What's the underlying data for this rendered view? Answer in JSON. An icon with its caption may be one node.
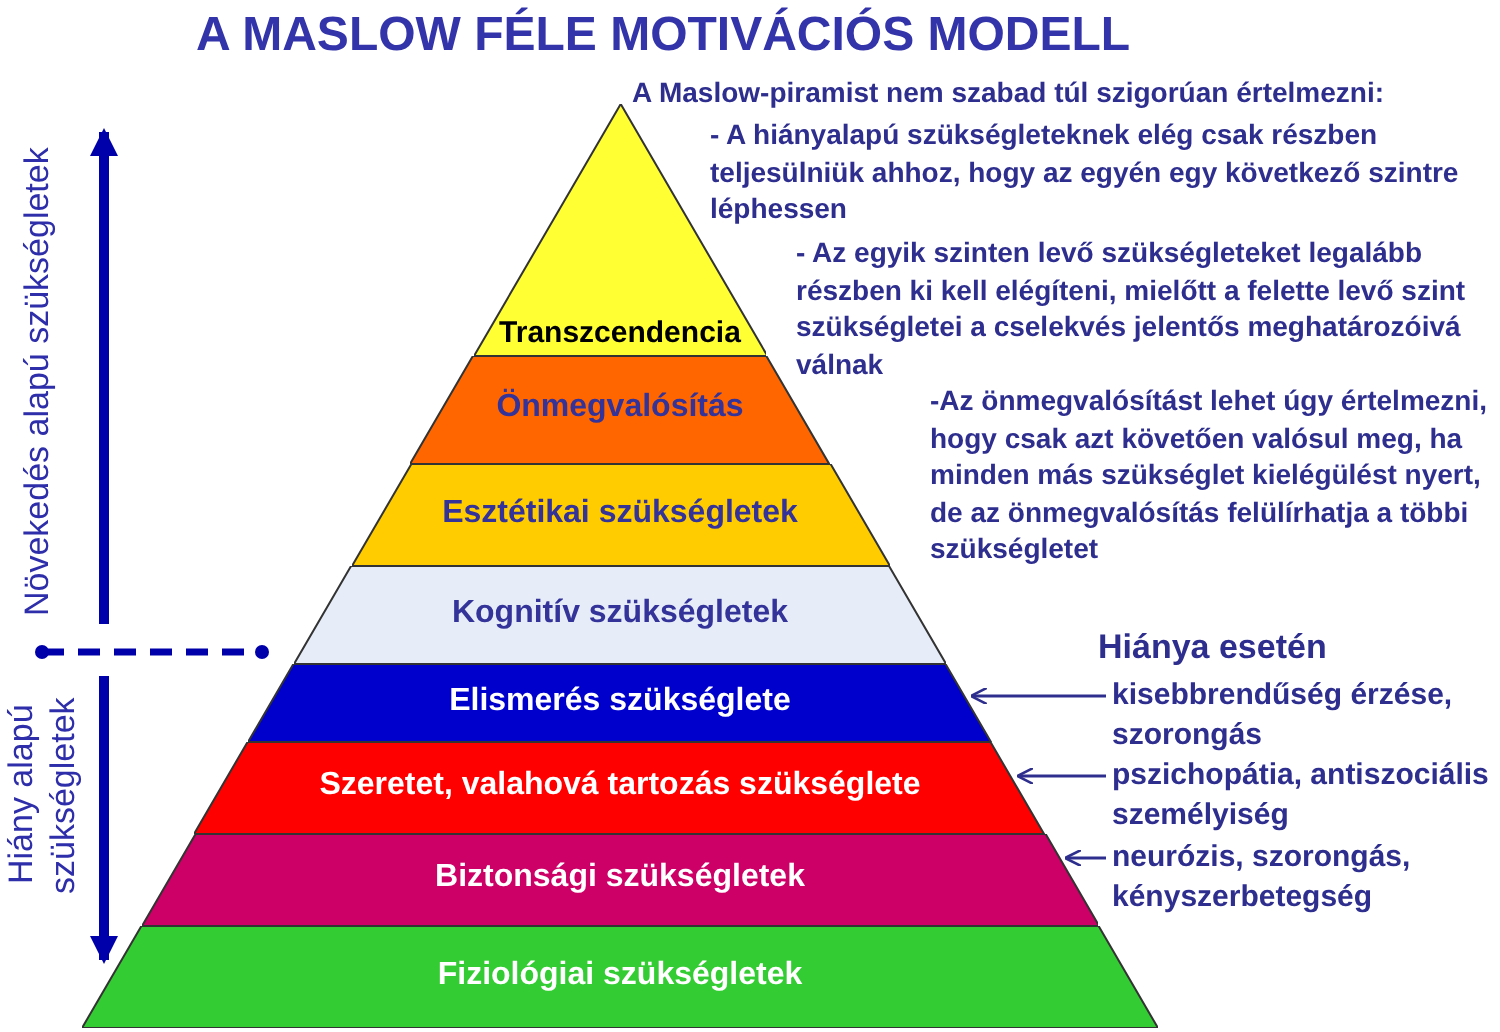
{
  "diagram": {
    "title": "A MASLOW FÉLE MOTIVÁCIÓS MODELL",
    "nodes": [
      {
        "text": [
          "Transzcendencia"
        ]
      },
      {
        "text": [
          "Önmegvalósítás"
        ]
      },
      {
        "text": [
          "Esztétikai szükségletek"
        ]
      },
      {
        "text": [
          "Kognitív szükségletek"
        ]
      },
      {
        "text": [
          "Elismerés szükséglete"
        ]
      },
      {
        "text": [
          "Szeretet, valahová tartozás szükséglete"
        ]
      },
      {
        "text": [
          "Biztonsági szükségletek"
        ]
      },
      {
        "text": [
          "Fiziológiai szükségletek"
        ]
      },
      {
        "text": [
          "kisebbrendűség érzése, szorongás"
        ]
      },
      {
        "text": [
          "pszichopátia, antiszociális személyiség"
        ]
      },
      {
        "text": [
          "neurózis, szorongás, kényszerbetegség"
        ]
      }
    ],
    "edges": [
      {
        "from": 8,
        "to": 4,
        "arrow": "to"
      },
      {
        "from": 9,
        "to": 5,
        "arrow": "to"
      },
      {
        "from": 10,
        "to": 6,
        "arrow": "to"
      }
    ],
    "labels": [
      "A Maslow-piramist nem szabad túl szigorúan értelmezni:",
      "- A hiányalapú szükségleteknek elég csak részben teljesülniük ahhoz, hogy az egyén egy következő szintre léphessen",
      "- Az egyik szinten levő szükségleteket legalább részben ki kell elégíteni, mielőtt a felette levő szint szükségletei a cselekvés jelentős meghatározóivá válnak",
      "-Az önmegvalósítást lehet úgy értelmezni, hogy csak azt követően valósul meg, ha minden más szükséglet kielégülést nyert, de az önmegvalósítás felülírhatja a többi szükségletet",
      "Növekedés alapú szükségletek",
      "Hiány alapú szükségletek",
      "Hiánya esetén"
    ]
  }
}
